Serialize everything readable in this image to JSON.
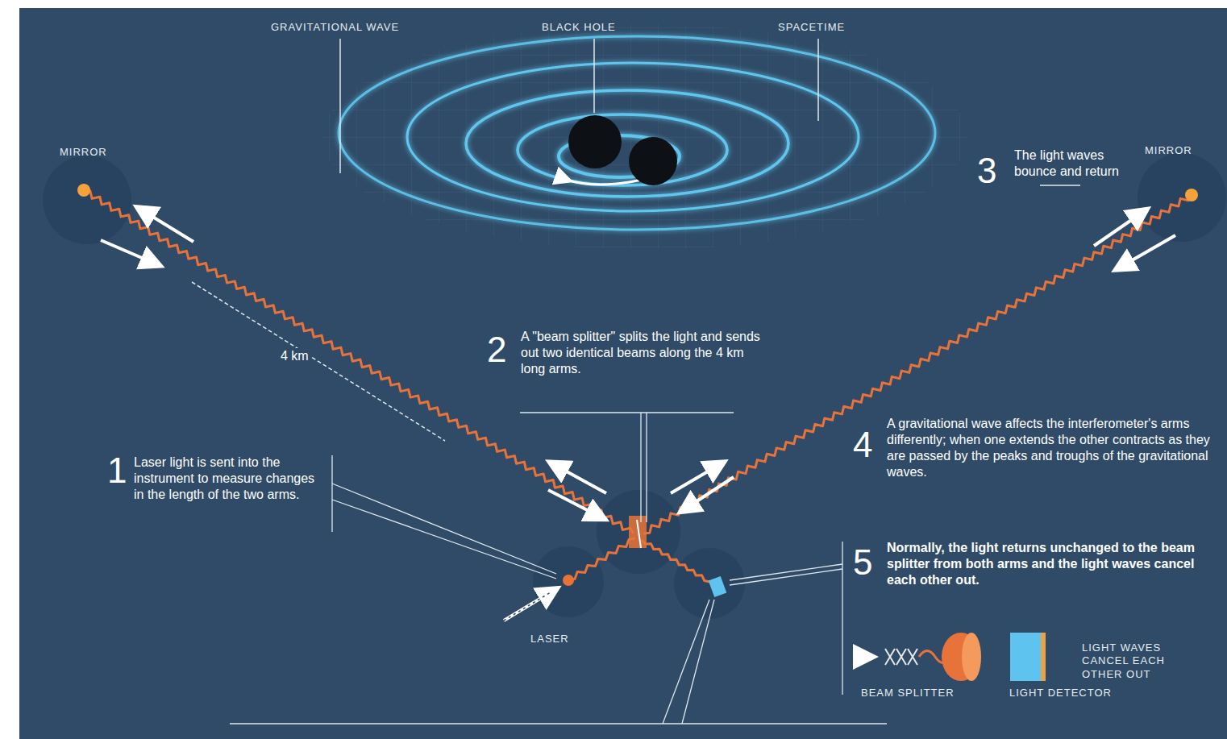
{
  "diagram": {
    "labels": [
      "GRAVITATIONAL WAVE",
      "BLACK HOLE",
      "SPACETIME",
      "MIRROR",
      "MIRROR",
      "3",
      "The light waves bounce and return",
      "4 km",
      "2",
      "A \"beam splitter\" splits the light and sends out two identical beams along the 4 km long arms.",
      "1",
      "Laser light is sent into the instrument to measure changes in the length of the two arms.",
      "4",
      "A gravitational wave affects the interferometer's arms differently; when one extends the other contracts as they are passed by the peaks and troughs of the gravitational waves.",
      "5",
      "Normally, the light returns unchanged to the beam splitter from both arms and the light waves cancel each other out.",
      "LASER",
      "BEAM SPLITTER",
      "LIGHT DETECTOR",
      "LIGHT WAVES CANCEL EACH OTHER OUT"
    ]
  }
}
